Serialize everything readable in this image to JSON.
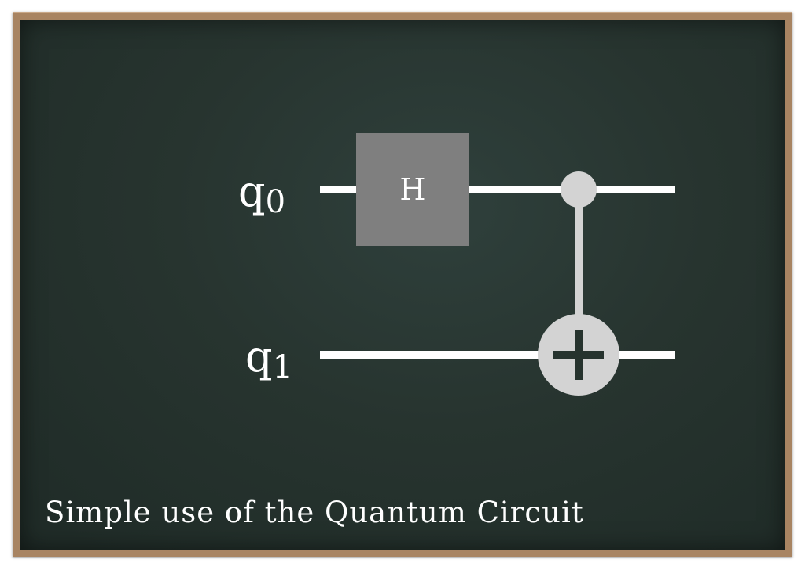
{
  "qubits": [
    {
      "label": "q",
      "index": "0"
    },
    {
      "label": "q",
      "index": "1"
    }
  ],
  "gates": [
    {
      "type": "H",
      "label": "H",
      "qubit": 0
    },
    {
      "type": "CNOT",
      "control": 0,
      "target": 1
    }
  ],
  "caption": "Simple use of the Quantum Circuit",
  "colors": {
    "board": "#27342f",
    "frame": "#a88462",
    "wire": "#ffffff",
    "gate": "#7f7f7f",
    "cnot": "#d3d3d3"
  }
}
